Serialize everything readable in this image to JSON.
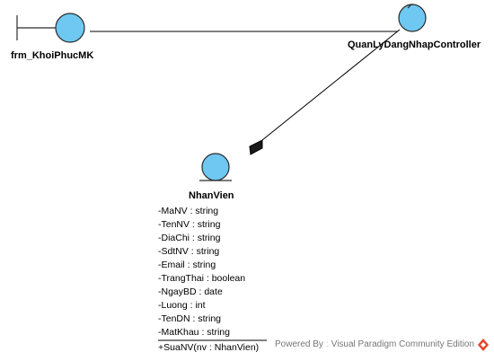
{
  "colors": {
    "fill": "#6ec8f2",
    "stroke": "#2b2b2b",
    "line": "#000000"
  },
  "boundary": {
    "name": "frm_KhoiPhucMK"
  },
  "control": {
    "name": "QuanLyDangNhapController"
  },
  "entity": {
    "name": "NhanVien",
    "attributes": [
      "-MaNV : string",
      "-TenNV : string",
      "-DiaChi : string",
      "-SdtNV : string",
      "-Email : string",
      "-TrangThai : boolean",
      "-NgayBD : date",
      "-Luong : int",
      "-TenDN : string",
      "-MatKhau : string"
    ],
    "operations": [
      "+SuaNV(nv : NhanVien)"
    ]
  },
  "watermark": {
    "prefix": "Powered By",
    "product": "Visual Paradigm Community Edition"
  }
}
